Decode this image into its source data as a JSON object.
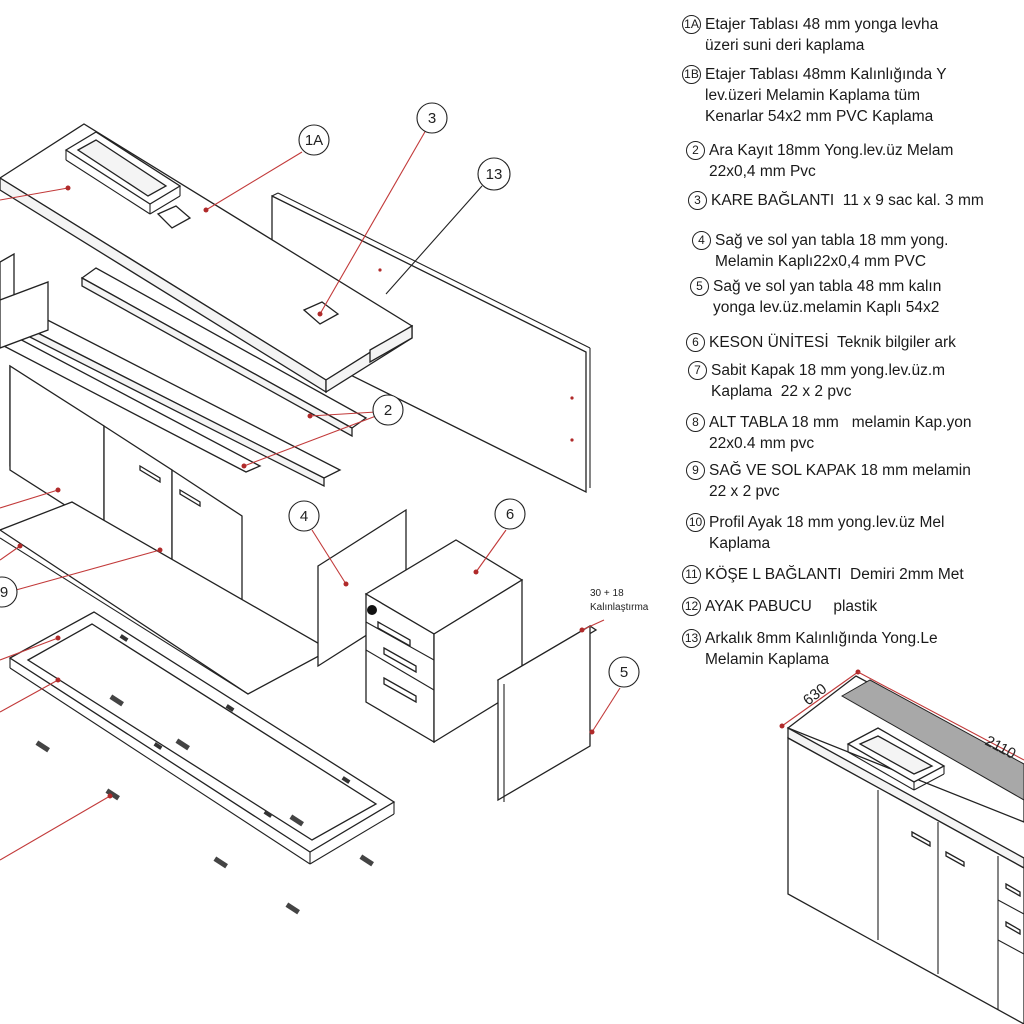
{
  "legend": [
    {
      "num": "1A",
      "lines": [
        "Etajer Tablası 48 mm yonga levha",
        "üzeri suni deri kaplama"
      ]
    },
    {
      "num": "1B",
      "lines": [
        "Etajer Tablası 48mm Kalınlığında Y",
        "lev.üzeri Melamin Kaplama tüm",
        "Kenarlar 54x2 mm PVC Kaplama"
      ]
    },
    {
      "num": "2",
      "lines": [
        "Ara Kayıt 18mm Yong.lev.üz Melam",
        "22x0,4 mm Pvc"
      ]
    },
    {
      "num": "3",
      "lines": [
        "KARE BAĞLANTI  11 x 9 sac kal. 3 mm"
      ]
    },
    {
      "num": "4",
      "lines": [
        "Sağ ve sol yan tabla 18 mm yong.",
        "Melamin Kaplı22x0,4 mm PVC"
      ]
    },
    {
      "num": "5",
      "lines": [
        "Sağ ve sol yan tabla 48 mm kalın",
        "yonga lev.üz.melamin Kaplı 54x2"
      ]
    },
    {
      "num": "6",
      "lines": [
        "KESON ÜNİTESİ  Teknik bilgiler ark"
      ]
    },
    {
      "num": "7",
      "lines": [
        "Sabit Kapak 18 mm yong.lev.üz.m",
        "Kaplama  22 x 2 pvc"
      ]
    },
    {
      "num": "8",
      "lines": [
        "ALT TABLA 18 mm   melamin Kap.yon",
        "22x0.4 mm pvc"
      ]
    },
    {
      "num": "9",
      "lines": [
        "SAĞ VE SOL KAPAK 18 mm melamin",
        "22 x 2 pvc"
      ]
    },
    {
      "num": "10",
      "lines": [
        "Profil Ayak 18 mm yong.lev.üz Mel",
        "Kaplama"
      ]
    },
    {
      "num": "11",
      "lines": [
        "KÖŞE L BAĞLANTI  Demiri 2mm Met"
      ]
    },
    {
      "num": "12",
      "lines": [
        "AYAK PABUCU     plastik"
      ]
    },
    {
      "num": "13",
      "lines": [
        "Arkalık 8mm Kalınlığında Yong.Le",
        "Melamin Kaplama"
      ]
    }
  ],
  "callouts": {
    "c1a": "1A",
    "c3": "3",
    "c13": "13",
    "c2": "2",
    "c4": "4",
    "c6": "6",
    "c5": "5",
    "c9": "9"
  },
  "notes": {
    "thickening_line1": "30 + 18",
    "thickening_line2": "Kalınlaştırma"
  },
  "dimensions": {
    "depth": "630",
    "width": "2110"
  }
}
